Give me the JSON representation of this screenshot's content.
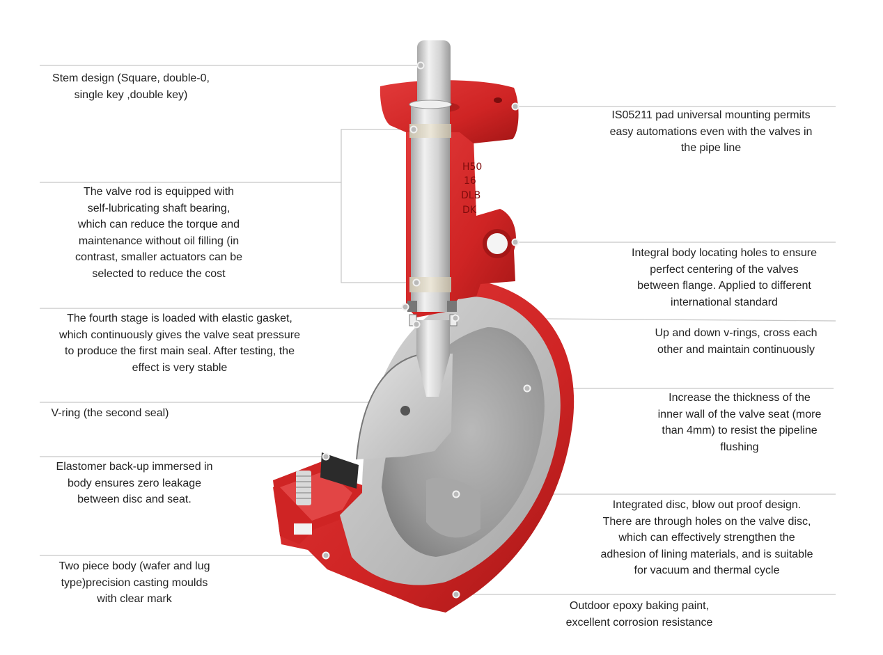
{
  "callouts": {
    "stem_design": "Stem design (Square, double-0,\nsingle key ,double key)",
    "valve_rod": "The valve rod is equipped with\nself-lubricating shaft bearing,\nwhich can reduce the torque and\nmaintenance without oil filling (in\ncontrast, smaller actuators can be\nselected to reduce the cost",
    "fourth_stage": "The fourth stage is loaded with elastic gasket,\nwhich continuously gives the valve seat pressure\nto produce the first main seal. After testing, the\neffect is very stable",
    "v_ring": "V-ring (the second seal)",
    "elastomer": "Elastomer back-up immersed in\nbody ensures zero leakage\nbetween disc and seat.",
    "two_piece": "Two piece body (wafer and lug\ntype)precision casting moulds\nwith clear mark",
    "iso_pad": "IS05211 pad universal mounting permits\neasy automations even with the valves in\nthe pipe line",
    "locating_holes": "Integral body locating holes to ensure\nperfect centering of the valves\nbetween flange. Applied to different\ninternational standard",
    "up_down_rings": "Up and down v-rings, cross each\nother and maintain continuously",
    "seat_thickness": "Increase the thickness of the\ninner wall of the valve seat (more\nthan 4mm) to resist the pipeline\nflushing",
    "integrated_disc": "Integrated disc, blow out proof design.\nThere are through holes on the valve disc,\nwhich can effectively strengthen the\nadhesion of lining materials, and is suitable\nfor vacuum and thermal cycle",
    "epoxy_paint": "Outdoor epoxy baking paint,\nexcellent corrosion resistance"
  },
  "casting_marks": [
    "H50",
    "16",
    "DLB",
    "DK"
  ],
  "colors": {
    "body_red": "#d42a2a",
    "body_red_dark": "#9c1414",
    "liner_grey": "#bdbdbd",
    "liner_grey_dark": "#8f8f8f",
    "stem_grey": "#d8d8d8",
    "leader_line": "#c6c6c6",
    "text": "#222222"
  }
}
